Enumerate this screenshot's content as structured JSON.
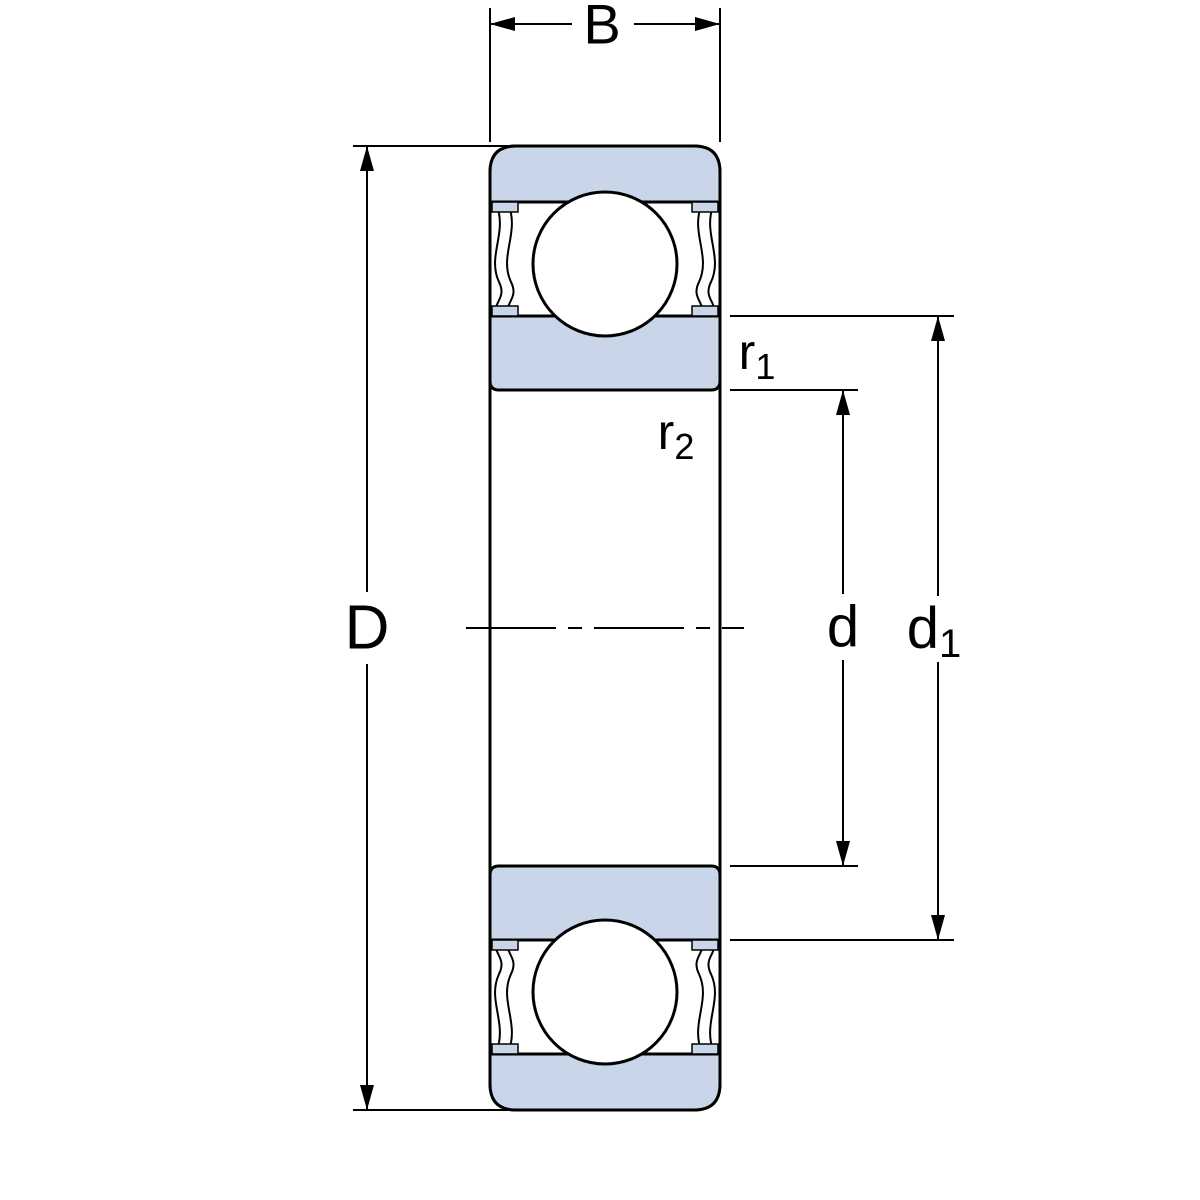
{
  "title": "Deep groove ball bearing cross-section drawing",
  "colors": {
    "ring_fill": "#c9d5e8",
    "line": "#000000",
    "background": "#ffffff"
  },
  "dimensions": {
    "width_label": "B",
    "outer_diameter_label": "D",
    "bore_diameter_label": "d",
    "inner_shoulder_label": {
      "base": "d",
      "sub": "1"
    },
    "radius_outer": {
      "base": "r",
      "sub": "1"
    },
    "radius_inner": {
      "base": "r",
      "sub": "2"
    }
  }
}
